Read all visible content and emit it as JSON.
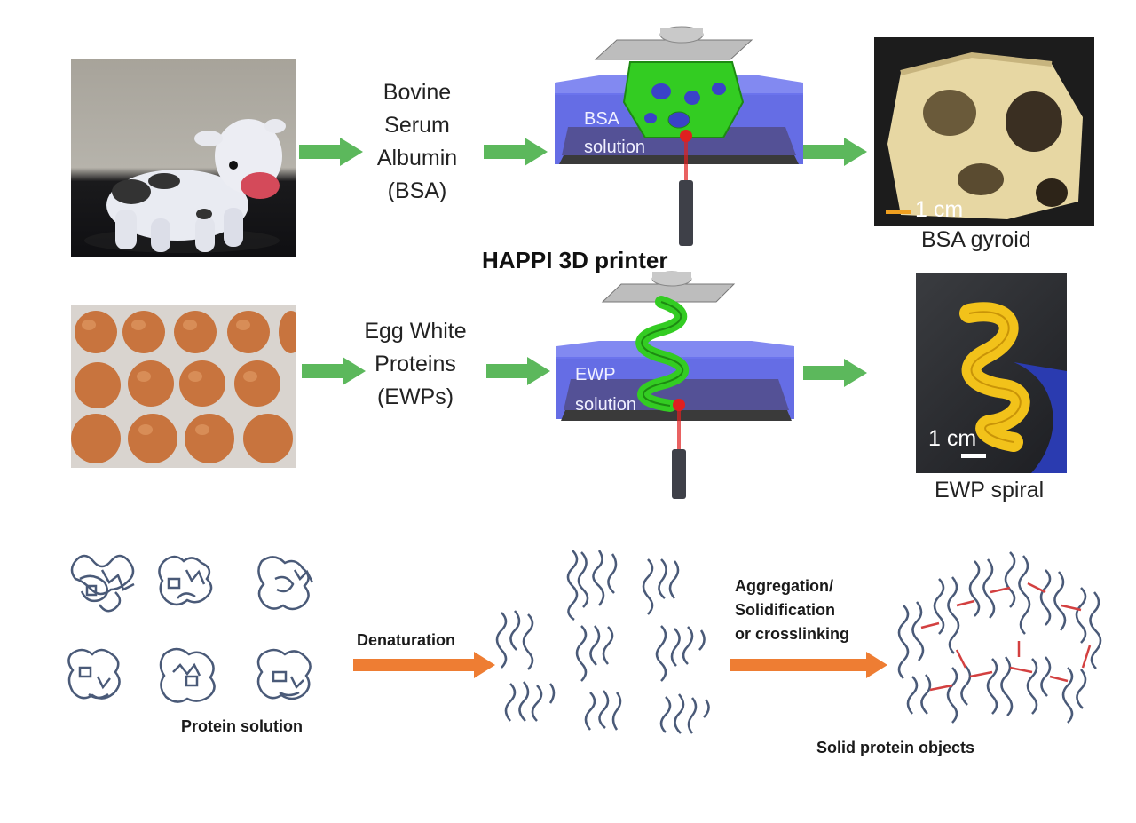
{
  "row1": {
    "source_label": [
      "Bovine",
      "Serum",
      "Albumin",
      "(BSA)"
    ],
    "solution_label": [
      "BSA",
      "solution"
    ],
    "printer_label": "HAPPI 3D printer",
    "result_scale": "1 cm",
    "result_caption": "BSA gyroid"
  },
  "row2": {
    "source_label": [
      "Egg White",
      "Proteins",
      "(EWPs)"
    ],
    "solution_label": [
      "EWP",
      "solution"
    ],
    "result_scale": "1 cm",
    "result_caption": "EWP spiral"
  },
  "mechanism": {
    "stage1_label": "Protein solution",
    "arrow1_label": "Denaturation",
    "arrow2_label": [
      "Aggregation/",
      "Solidification",
      "or crosslinking"
    ],
    "stage3_label": "Solid protein objects"
  },
  "colors": {
    "green_arrow": "#5cb85c",
    "orange_arrow": "#ee7d33",
    "vat_blue": "#4a54e0",
    "printed_green": "#33cc22",
    "laser_red": "#e02020"
  }
}
